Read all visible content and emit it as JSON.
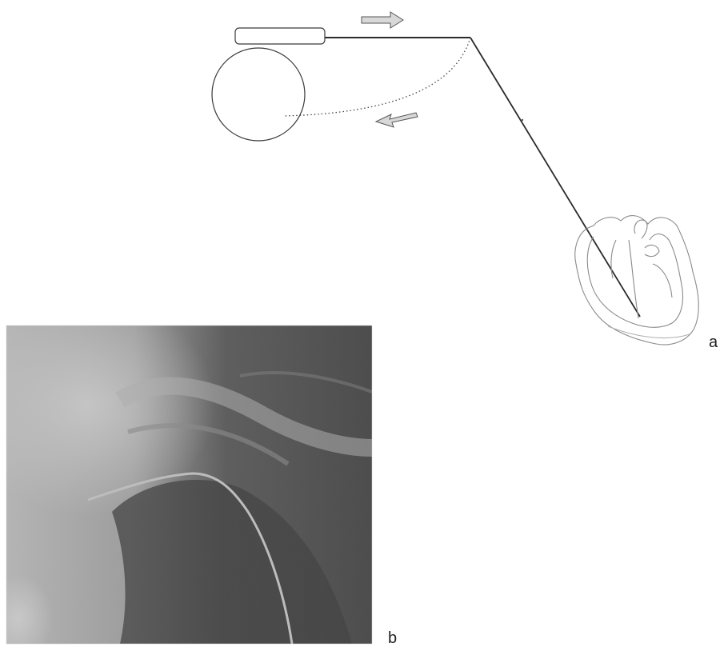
{
  "figure": {
    "panels": [
      {
        "id": "a",
        "label": "a",
        "content": "pacemaker-lead-diagram"
      },
      {
        "id": "b",
        "label": "b",
        "content": "chest-radiograph"
      }
    ],
    "arrow_icons": [
      "right-arrow-icon",
      "left-arrow-icon"
    ],
    "colors": {
      "line": "#2a2a2a",
      "heart_outline": "#8a8a8a",
      "arrow_fill": "#d8d8d8",
      "xray_dark": "#333333",
      "xray_light": "#eeeeee"
    }
  }
}
